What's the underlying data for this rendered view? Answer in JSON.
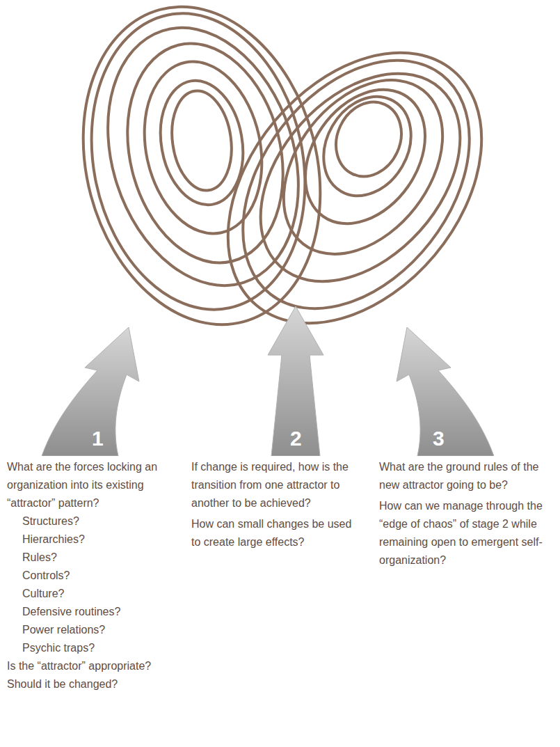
{
  "diagram": {
    "nodes": [
      {
        "text": [
          "1"
        ]
      },
      {
        "text": [
          "2"
        ]
      },
      {
        "text": [
          "3"
        ]
      }
    ],
    "labels": [
      "What are the forces locking an organization into its existing “attractor” pattern?",
      "Structures?",
      "Hierarchies?",
      "Rules?",
      "Controls?",
      "Culture?",
      "Defensive routines?",
      "Power relations?",
      "Psychic traps?",
      "Is the “attractor” appropriate? Should it be changed?",
      "If change is required, how is the transition from one attractor to another to be achieved?",
      "How can small changes be used to create large effects?",
      "What are the ground rules of the new attractor going to be?",
      "How can we manage through the “edge of chaos” of stage 2 while remaining open to emergent self-organization?"
    ]
  }
}
